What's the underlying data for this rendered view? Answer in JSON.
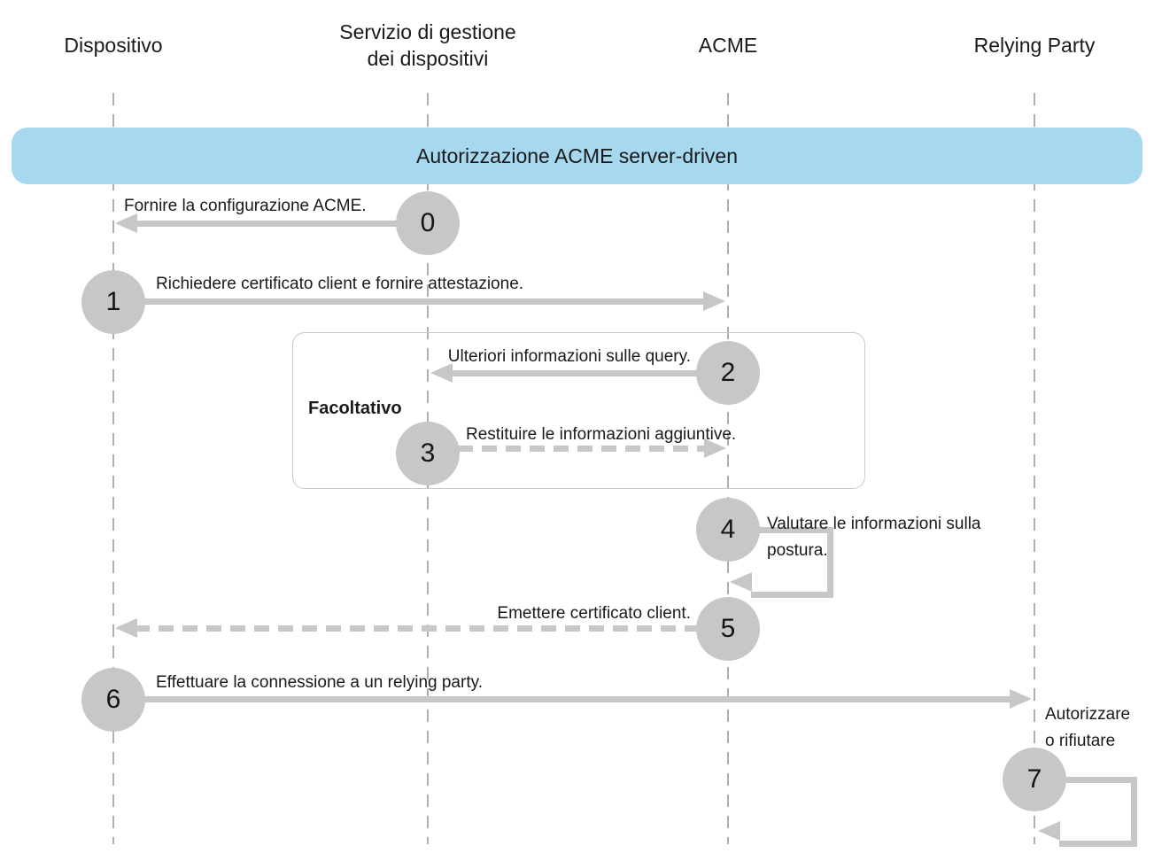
{
  "diagram": {
    "title": "Autorizzazione ACME server-driven",
    "lifelines": [
      {
        "name": "Dispositivo"
      },
      {
        "name": "Servizio di gestione\ndei dispositivi"
      },
      {
        "name": "ACME"
      },
      {
        "name": "Relying Party"
      }
    ],
    "optional_group_label": "Facoltativo",
    "steps": [
      {
        "number": "0",
        "label": "Fornire la configurazione ACME.",
        "from": "Servizio di gestione dei dispositivi",
        "to": "Dispositivo",
        "line_style": "solid"
      },
      {
        "number": "1",
        "label": "Richiedere certificato client e fornire attestazione.",
        "from": "Dispositivo",
        "to": "ACME",
        "line_style": "solid"
      },
      {
        "number": "2",
        "label": "Ulteriori informazioni sulle query.",
        "from": "ACME",
        "to": "Servizio di gestione dei dispositivi",
        "line_style": "solid",
        "group": "Facoltativo"
      },
      {
        "number": "3",
        "label": "Restituire le informazioni aggiuntive.",
        "from": "Servizio di gestione dei dispositivi",
        "to": "ACME",
        "line_style": "dashed",
        "group": "Facoltativo"
      },
      {
        "number": "4",
        "label": "Valutare le informazioni sulla\npostura.",
        "from": "ACME",
        "to": "ACME",
        "line_style": "self-loop"
      },
      {
        "number": "5",
        "label": "Emettere certificato client.",
        "from": "ACME",
        "to": "Dispositivo",
        "line_style": "dashed"
      },
      {
        "number": "6",
        "label": "Effettuare la connessione a un relying party.",
        "from": "Dispositivo",
        "to": "Relying Party",
        "line_style": "solid"
      },
      {
        "number": "7",
        "label": "Autorizzare\no rifiutare",
        "from": "Relying Party",
        "to": "Relying Party",
        "line_style": "self-loop"
      }
    ],
    "colors": {
      "banner_background": "#a6d9f0",
      "arrow_and_circle_gray": "#c7c7c7",
      "lifeline_gray": "#aeaeae",
      "optional_box_border": "#c9c9c9",
      "text": "#1a1a1a"
    }
  }
}
